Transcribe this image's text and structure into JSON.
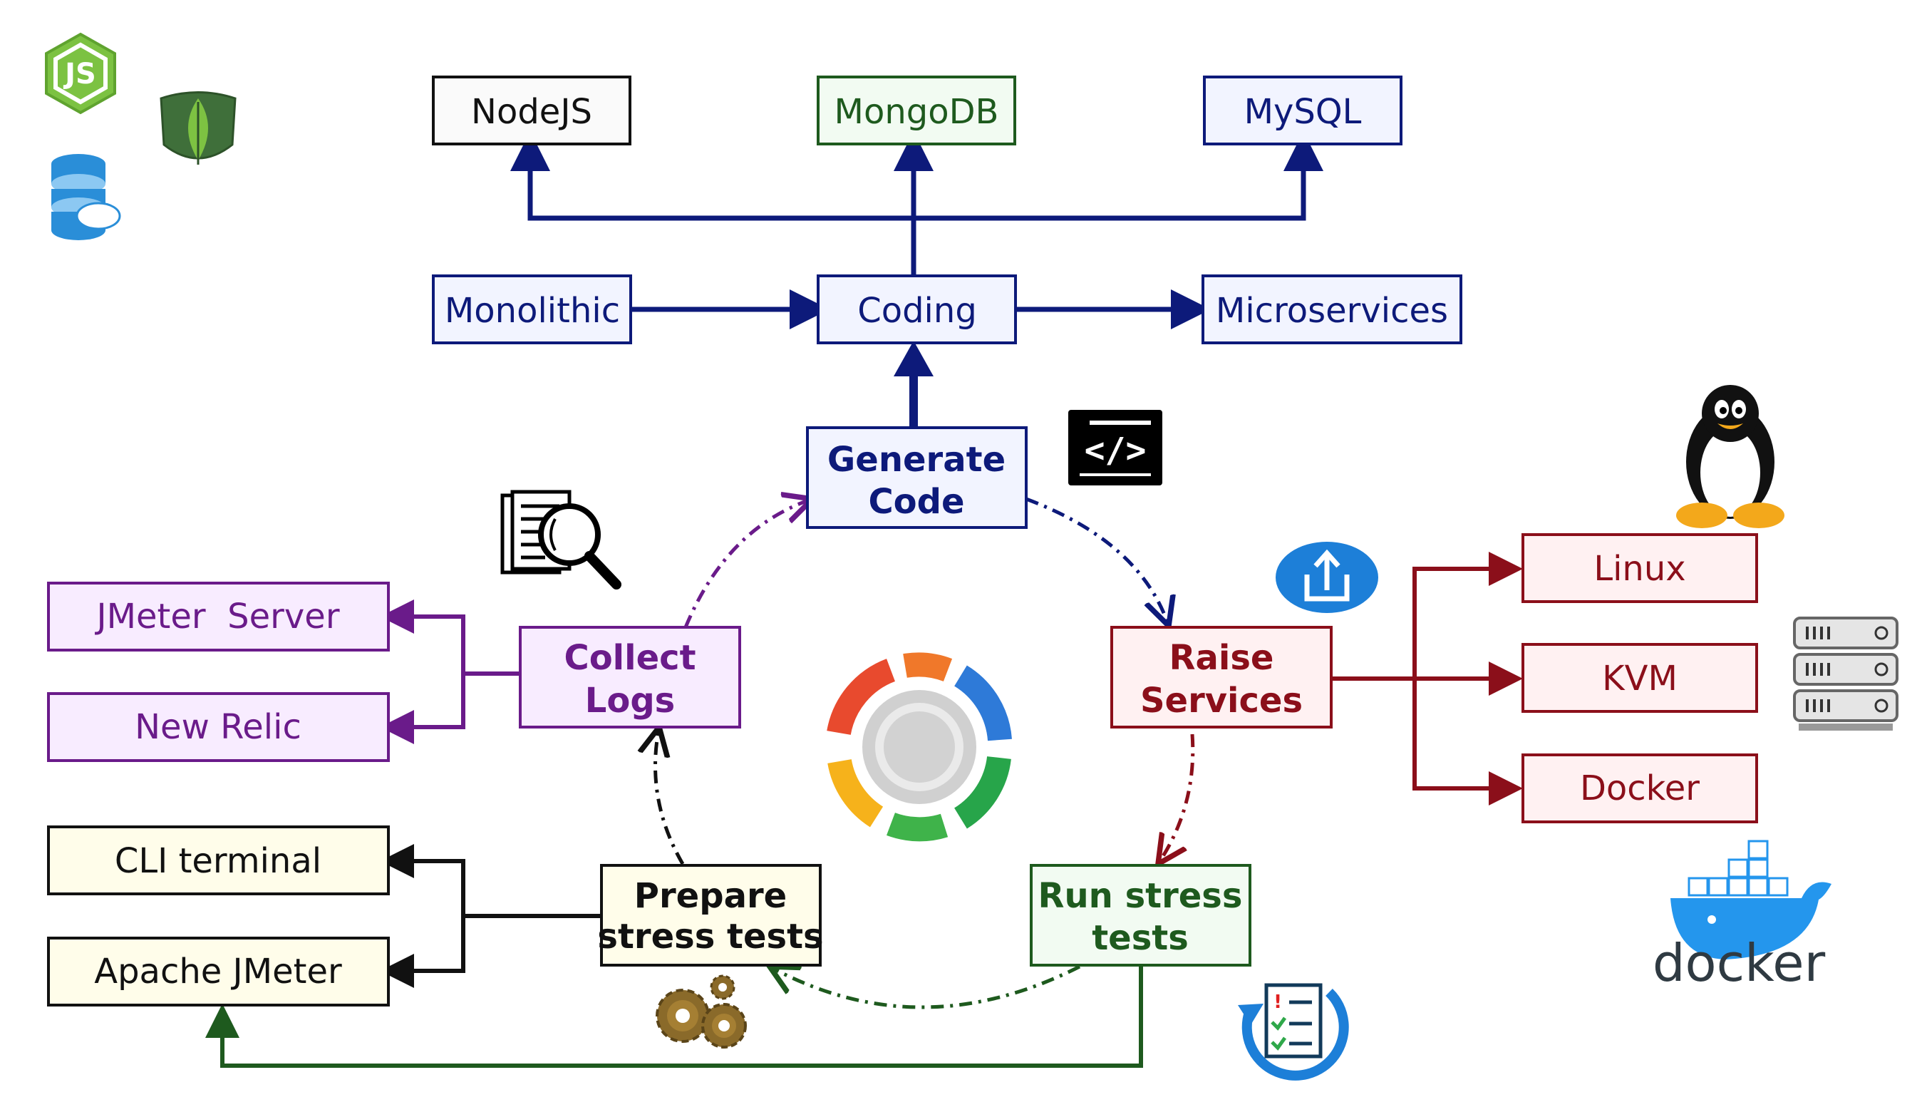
{
  "colors": {
    "navy": "#0d1a7a",
    "green": "#1e5a1e",
    "purple": "#6a1b8a",
    "maroon": "#8b0f1a",
    "black": "#111111",
    "navy_fill": "#f2f4ff",
    "green_fill": "#f2fbf2",
    "purple_fill": "#f8ecff",
    "maroon_fill": "#fff1f2",
    "cream_fill": "#fffdea",
    "white_fill": "#fafafa"
  },
  "nodes": {
    "nodejs": "NodeJS",
    "mongodb": "MongoDB",
    "mysql": "MySQL",
    "monolithic": "Monolithic",
    "coding": "Coding",
    "microservices": "Microservices",
    "generate_code": [
      "Generate",
      "Code"
    ],
    "collect_logs": [
      "Collect",
      "Logs"
    ],
    "raise_services": [
      "Raise",
      "Services"
    ],
    "prepare_tests": [
      "Prepare",
      "stress tests"
    ],
    "run_tests": [
      "Run stress",
      "tests"
    ],
    "jmeter_server": "JMeter  Server",
    "new_relic": "New Relic",
    "cli_terminal": "CLI terminal",
    "apache_jmeter": "Apache JMeter",
    "linux": "Linux",
    "kvm": "KVM",
    "docker": "Docker"
  },
  "icons": {
    "nodejs_logo": "nodejs-logo-icon",
    "mongodb_logo": "mongodb-leaf-icon",
    "mysql_logo": "mysql-database-icon",
    "code_terminal": "code-terminal-icon",
    "log_search": "document-magnifier-icon",
    "cycle": "cycle-arrows-icon",
    "upload": "upload-icon",
    "tux": "linux-penguin-icon",
    "server": "server-rack-icon",
    "docker_whale": "docker-whale-icon",
    "gears": "gears-icon",
    "checklist": "checklist-refresh-icon"
  },
  "docker_logo_text": "docker"
}
